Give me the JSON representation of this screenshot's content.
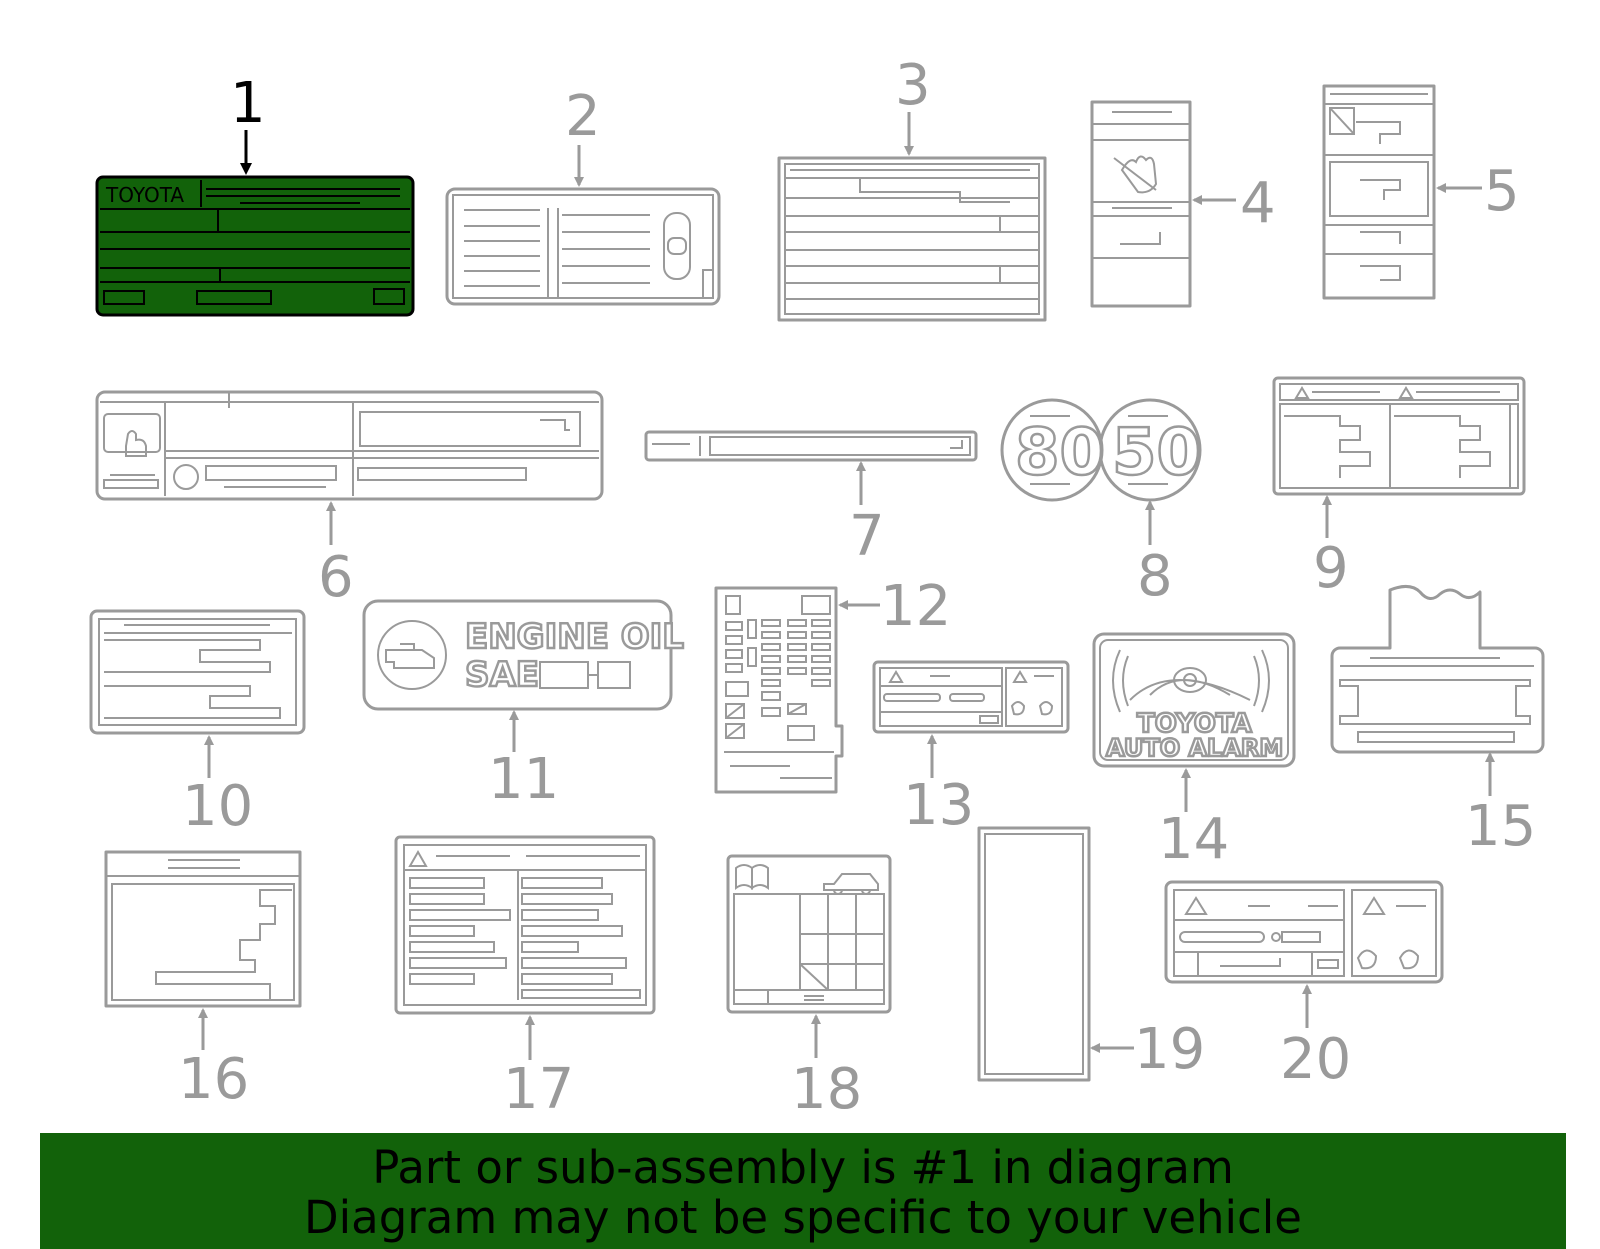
{
  "colors": {
    "selected_fill": "#12620a",
    "outline": "#9a9a9a",
    "banner_bg": "#12620a"
  },
  "callouts": [
    "1",
    "2",
    "3",
    "4",
    "5",
    "6",
    "7",
    "8",
    "9",
    "10",
    "11",
    "12",
    "13",
    "14",
    "15",
    "16",
    "17",
    "18",
    "19",
    "20"
  ],
  "selected_callout": "1",
  "labels": {
    "toyota": "TOYOTA",
    "engine_oil": "ENGINE OIL",
    "sae": "SAE",
    "toyota_alarm_1": "TOYOTA",
    "toyota_alarm_2": "AUTO ALARM",
    "speed_a": "80",
    "speed_b": "50"
  },
  "banner": {
    "line1": "Part or sub-assembly is #1 in diagram",
    "line2": "Diagram may not be specific to your vehicle"
  }
}
